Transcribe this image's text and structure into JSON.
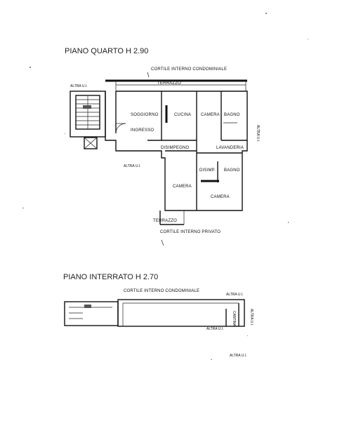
{
  "upper_floor": {
    "title": "PIANO QUARTO H 2.90",
    "courtyard_top": "CORTILE INTERNO CONDOMINIALE",
    "terrace_top": "TERRAZZO",
    "other_unit_left": "ALTRA U.I.",
    "other_unit_right": "ALTRA U.I.",
    "other_unit_middle": "ALTRA U.I.",
    "rooms": {
      "living": "SOGGIORNO",
      "kitchen": "CUCINA",
      "bedroom_1": "CAMERA",
      "bath_1": "BAGNO",
      "entrance": "INGRESSO",
      "hall_1": "DISIMPEGNO",
      "laundry": "LAVANDERIA",
      "hall_2": "DISIMP.",
      "bath_2": "BAGNO",
      "bedroom_2": "CAMERA",
      "bedroom_3": "CAMERA"
    },
    "terrace_bottom": "TERRAZZO",
    "courtyard_bottom": "CORTILE INTERNO PRIVATO"
  },
  "basement": {
    "title": "PIANO INTERRATO  H 2.70",
    "courtyard": "CORTILE INTERNO CONDOMINIALE",
    "other_unit_top_right": "ALTRA U.I.",
    "other_unit_inner": "ALTRA U.I.",
    "storage": "CANTINA",
    "other_unit_right": "ALTRA U.I.",
    "other_unit_bottom": "ALTRA U.I."
  }
}
